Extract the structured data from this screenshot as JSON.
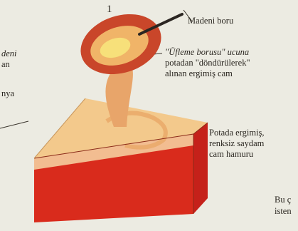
{
  "figure": {
    "step_number": "1",
    "labels": {
      "metal_pipe": "Madeni boru",
      "molten_glass_line1": "\"Üfleme borusu\" ucuna",
      "molten_glass_line2": "potadan \"döndürülerek\"",
      "molten_glass_line3": "alınan ergimiş cam",
      "crucible_line1": "Potada ergimiş,",
      "crucible_line2": "renksiz saydam",
      "crucible_line3": "cam hamuru",
      "left_line1": "deni",
      "left_line2": "an",
      "left_line3": "nya",
      "bottom_line1": "Bu ç",
      "bottom_line2": "isten"
    },
    "colors": {
      "background": "#ecebe2",
      "glass_light": "#f3c98c",
      "glass_red": "#d92b1c",
      "tube_dark": "#2b2622"
    }
  }
}
